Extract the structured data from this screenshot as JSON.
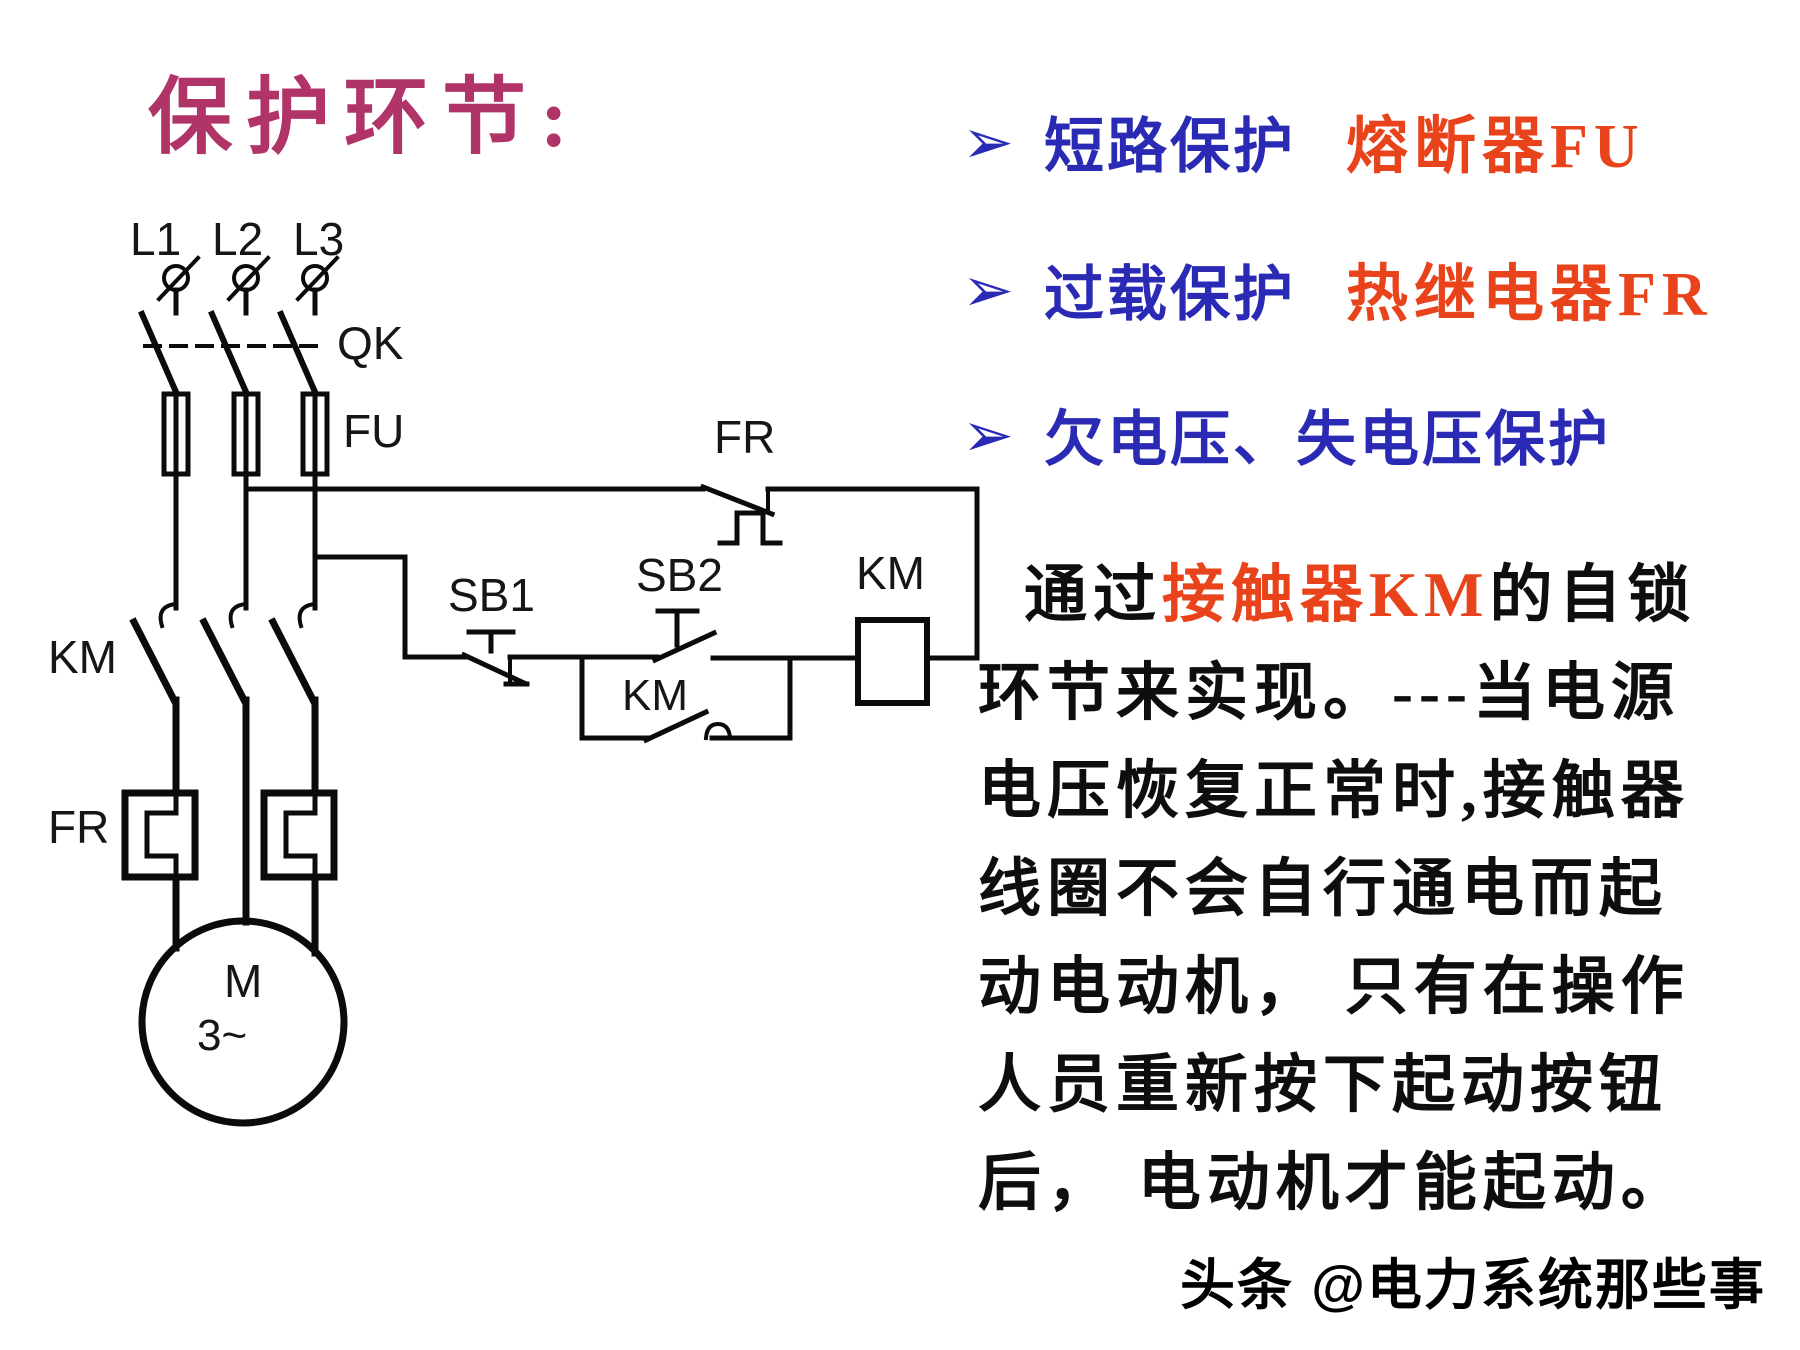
{
  "title": "保护环节:",
  "colors": {
    "title": "#b13468",
    "bullet_blue": "#2a2ab4",
    "highlight_red": "#e8431a",
    "line_black": "#0b0b0b"
  },
  "bullets": [
    {
      "arrow": "➢",
      "label": "短路保护",
      "device": "熔断器FU"
    },
    {
      "arrow": "➢",
      "label": "过载保护",
      "device": "热继电器FR"
    },
    {
      "arrow": "➢",
      "label": "欠电压、失电压保护",
      "device": ""
    }
  ],
  "paragraph": {
    "line1_prefix": "通过",
    "line1_highlight": "接触器KM",
    "line1_suffix": "的自锁",
    "lines": [
      "环节来实现。---当电源",
      "电压恢复正常时,接触器",
      "线圈不会自行通电而起",
      "动电动机， 只有在操作",
      "人员重新按下起动按钮",
      "后， 电动机才能起动。"
    ]
  },
  "watermark": "头条 @电力系统那些事",
  "circuit": {
    "labels": {
      "l1": "L1",
      "l2": "L2",
      "l3": "L3",
      "qk": "QK",
      "fu": "FU",
      "km_main": "KM",
      "fr_main": "FR",
      "fr_control": "FR",
      "sb1": "SB1",
      "sb2": "SB2",
      "km_aux": "KM",
      "km_coil": "KM",
      "motor": "M",
      "motor_phases": "3~"
    }
  }
}
